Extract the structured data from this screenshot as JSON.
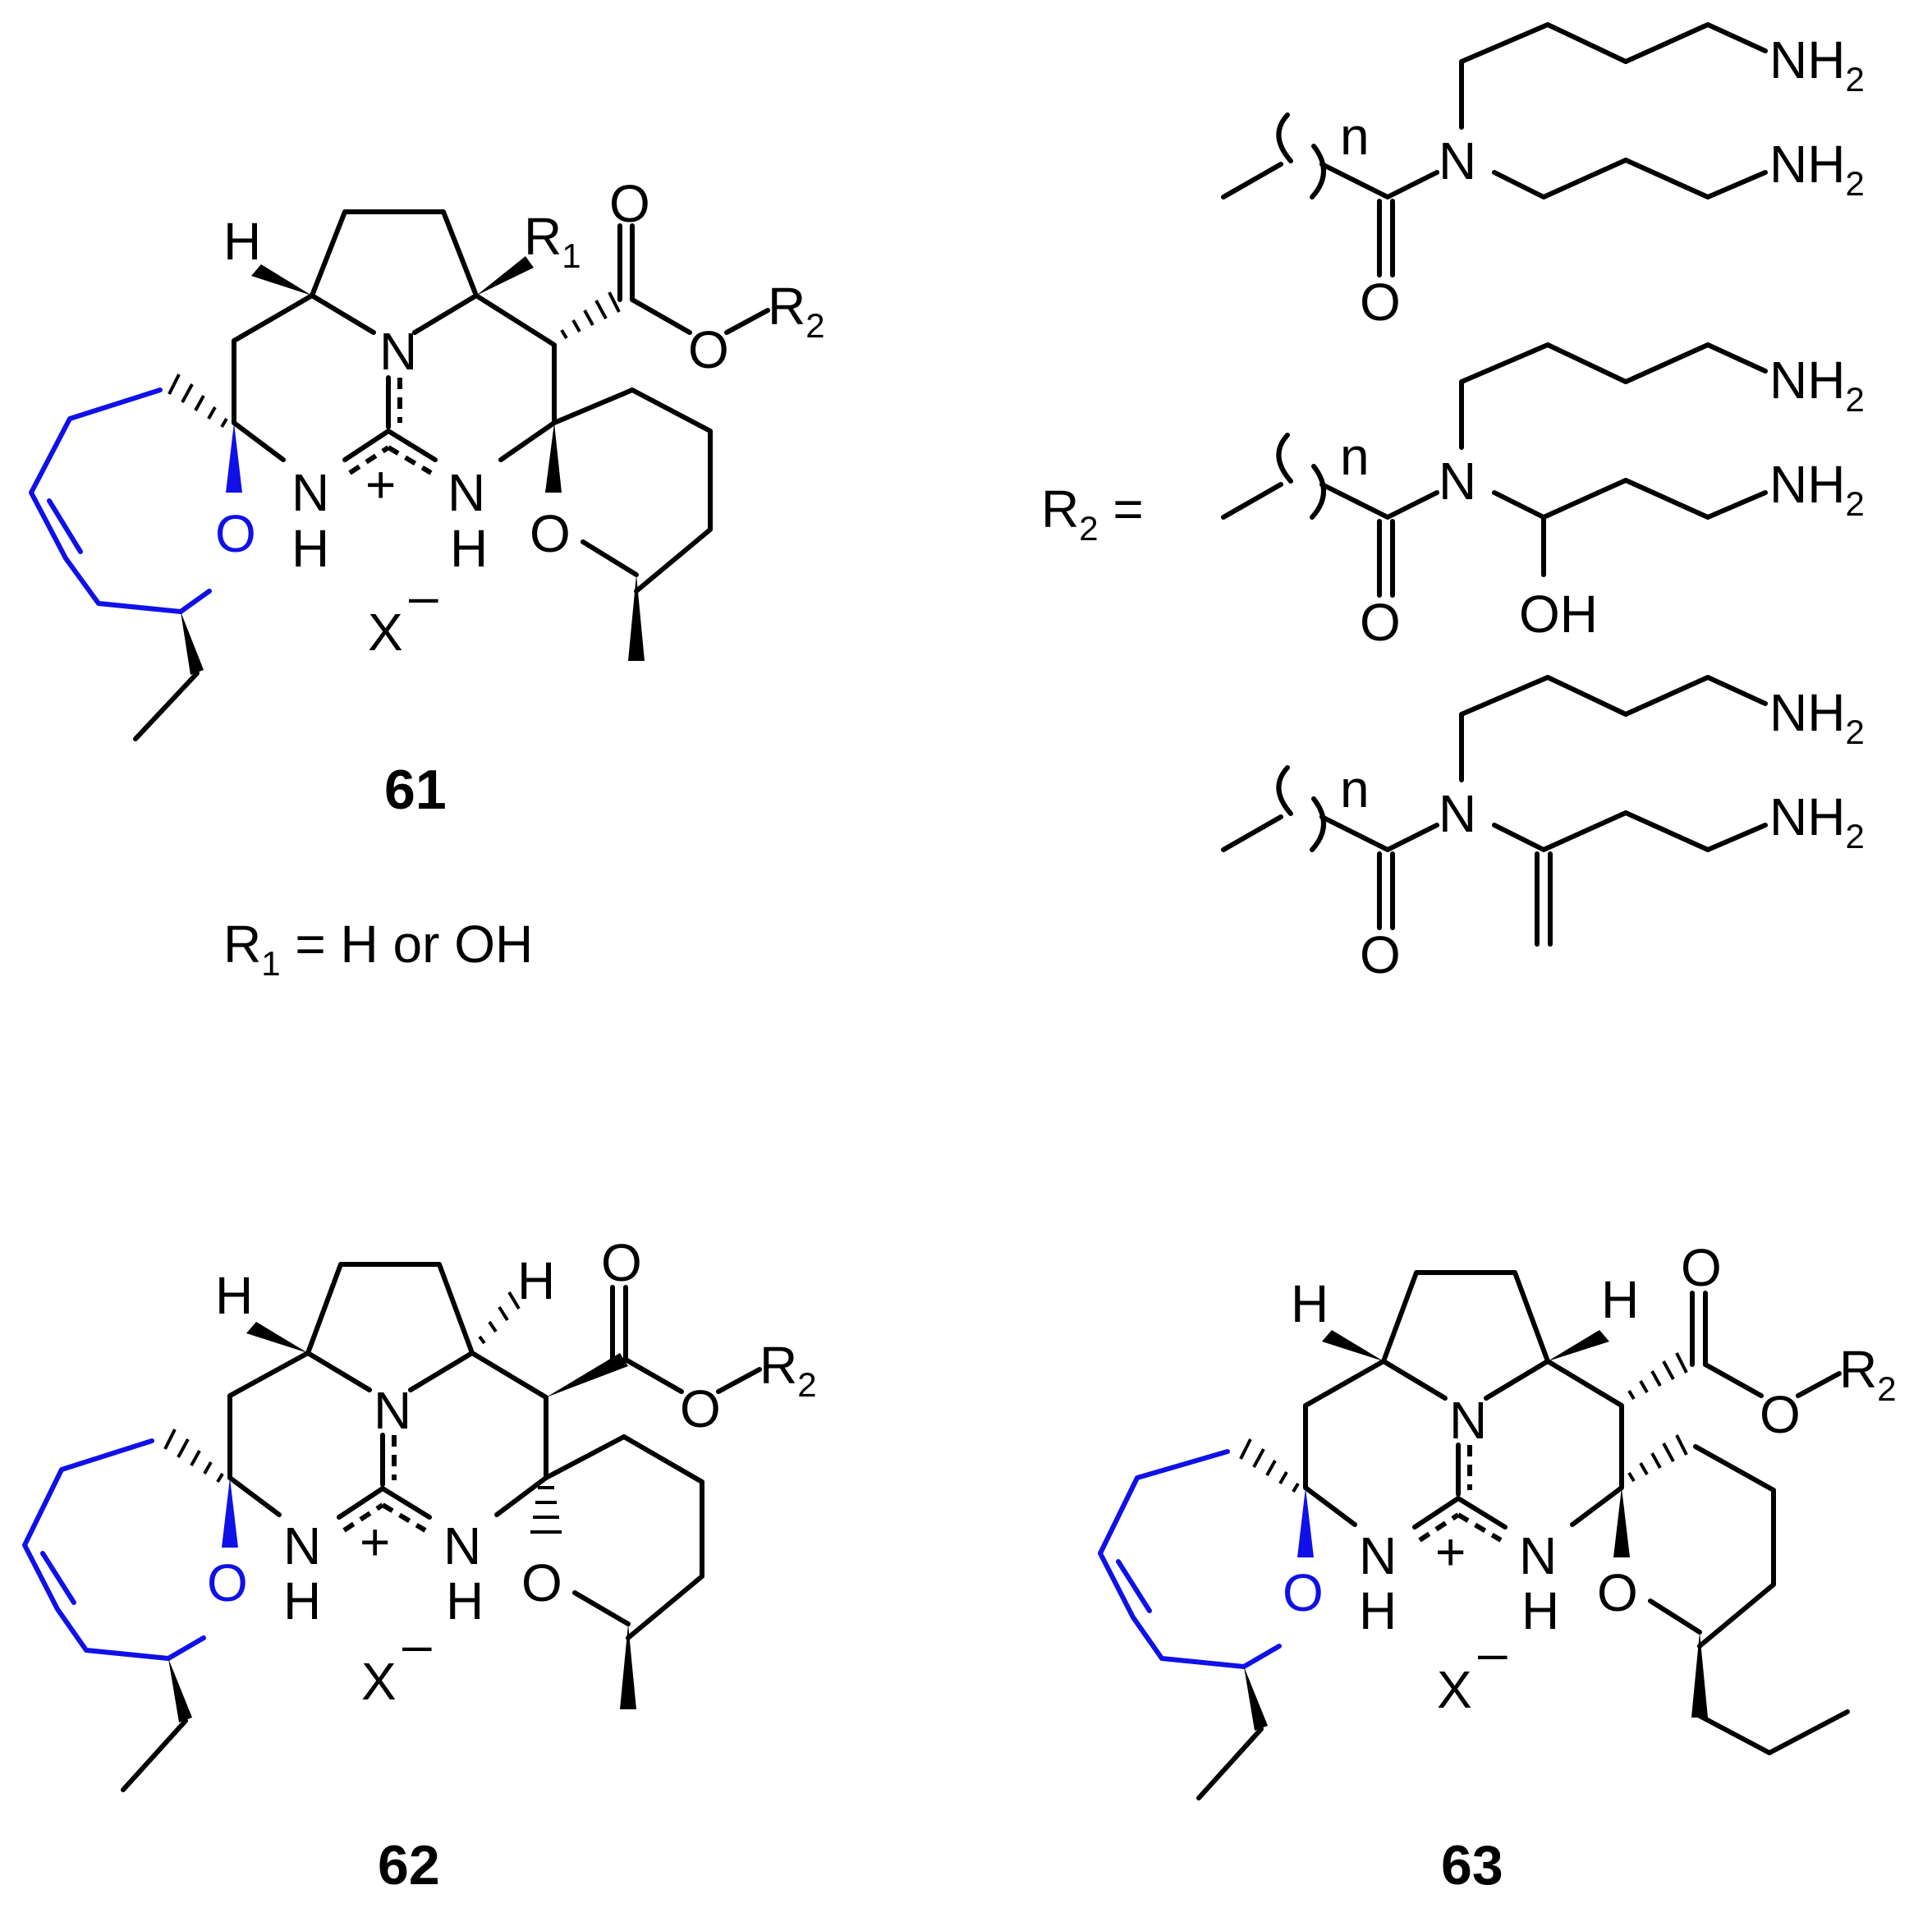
{
  "compounds": {
    "c61": {
      "label": "61"
    },
    "c62": {
      "label": "62"
    },
    "c63": {
      "label": "63"
    }
  },
  "atoms": {
    "H": "H",
    "N": "N",
    "NH_N": "N",
    "NH_H": "H",
    "O": "O",
    "R1_base": "R",
    "R1_sub": "1",
    "R2_base": "R",
    "R2_sub": "2",
    "X": "X",
    "minus": "–",
    "plus": "+",
    "NH2_base": "NH",
    "NH2_sub": "2",
    "OH": "OH",
    "n": "n"
  },
  "definitions": {
    "r1": {
      "base": "R",
      "sub": "1",
      "rest": " = H or OH"
    },
    "r2": {
      "base": "R",
      "sub": "2",
      "rest": " ="
    }
  },
  "colors": {
    "ring_highlight": "#1010e8",
    "default": "#000000"
  }
}
